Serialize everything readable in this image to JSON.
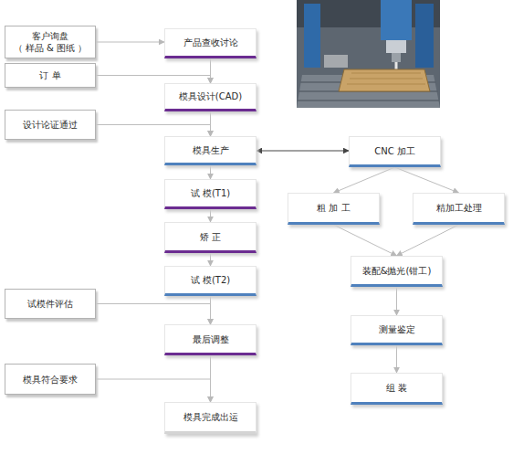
{
  "diagram": {
    "nodes": [
      {
        "text": [
          "客户询盘",
          "（ 样品 & 图纸 ）"
        ]
      },
      {
        "text": [
          "产品查收讨论"
        ]
      },
      {
        "text": [
          "订 单"
        ]
      },
      {
        "text": [
          "模具设计(CAD)"
        ]
      },
      {
        "text": [
          "设计论证通过"
        ]
      },
      {
        "text": [
          "模具生产"
        ]
      },
      {
        "text": [
          "CNC 加工"
        ]
      },
      {
        "text": [
          "试 模(T1)"
        ]
      },
      {
        "text": [
          "粗 加 工"
        ]
      },
      {
        "text": [
          "精加工处理"
        ]
      },
      {
        "text": [
          "矫 正"
        ]
      },
      {
        "text": [
          "试 模(T2)"
        ]
      },
      {
        "text": [
          "装配&抛光(钳工)"
        ]
      },
      {
        "text": [
          "试模件评估"
        ]
      },
      {
        "text": [
          "测量鉴定"
        ]
      },
      {
        "text": [
          "最后调整"
        ]
      },
      {
        "text": [
          "模具符合要求"
        ]
      },
      {
        "text": [
          "组 装"
        ]
      },
      {
        "text": [
          "模具完成出运"
        ]
      }
    ],
    "edges": [
      {
        "from": 0,
        "to": 1,
        "arrow": "to"
      },
      {
        "from": 1,
        "to": 3,
        "arrow": "to"
      },
      {
        "from": 2,
        "to": 3,
        "arrow": "to"
      },
      {
        "from": 3,
        "to": 5,
        "arrow": "to"
      },
      {
        "from": 4,
        "to": 5,
        "arrow": "to"
      },
      {
        "from": 5,
        "to": 7,
        "arrow": "to"
      },
      {
        "from": 7,
        "to": 10,
        "arrow": "to"
      },
      {
        "from": 10,
        "to": 11,
        "arrow": "to"
      },
      {
        "from": 11,
        "to": 15,
        "arrow": "to"
      },
      {
        "from": 13,
        "to": 15,
        "arrow": "to"
      },
      {
        "from": 15,
        "to": 18,
        "arrow": "to"
      },
      {
        "from": 16,
        "to": 18,
        "arrow": "to"
      },
      {
        "from": 5,
        "to": 6,
        "arrow": "both"
      },
      {
        "from": 6,
        "to": 8,
        "arrow": "to"
      },
      {
        "from": 6,
        "to": 9,
        "arrow": "to"
      },
      {
        "from": 8,
        "to": 12,
        "arrow": "to"
      },
      {
        "from": 9,
        "to": 12,
        "arrow": "to"
      },
      {
        "from": 12,
        "to": 14,
        "arrow": "to"
      },
      {
        "from": 14,
        "to": 17,
        "arrow": "to"
      }
    ]
  }
}
